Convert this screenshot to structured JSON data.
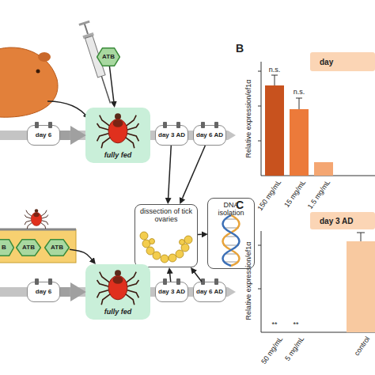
{
  "diagram": {
    "nodes": [
      {
        "text": [
          "ATB"
        ]
      },
      {
        "text": [
          "day 6"
        ]
      },
      {
        "text": [
          "fully fed"
        ]
      },
      {
        "text": [
          "day 3 AD"
        ]
      },
      {
        "text": [
          "day 6 AD"
        ]
      },
      {
        "text": [
          "day"
        ]
      },
      {
        "text": [
          "dissection of tick ovaries"
        ]
      },
      {
        "text": [
          "DNA isolation"
        ]
      },
      {
        "text": [
          "day 3 AD"
        ]
      },
      {
        "text": [
          "B"
        ]
      },
      {
        "text": [
          "ATB"
        ]
      },
      {
        "text": [
          "ATB"
        ]
      },
      {
        "text": [
          "day 6"
        ]
      },
      {
        "text": [
          "fully fed"
        ]
      },
      {
        "text": [
          "day 3 AD"
        ]
      },
      {
        "text": [
          "day 6 AD"
        ]
      }
    ],
    "edges": [
      {
        "from": 0,
        "to": 2,
        "arrow": "to"
      },
      {
        "from": 1,
        "to": 2,
        "arrow": "to"
      },
      {
        "from": 3,
        "to": 6,
        "arrow": "to"
      },
      {
        "from": 4,
        "to": 6,
        "arrow": "to"
      },
      {
        "from": 14,
        "to": 6,
        "arrow": "to"
      },
      {
        "from": 15,
        "to": 6,
        "arrow": "to"
      },
      {
        "from": 6,
        "to": 7,
        "arrow": "to"
      },
      {
        "from": 11,
        "to": 13,
        "arrow": "to"
      },
      {
        "from": 12,
        "to": 13,
        "arrow": "to"
      }
    ],
    "labels": [
      "B",
      "n.s.",
      "n.s.",
      "Relative expression/ef1α",
      "150 mg/mL",
      "15 mg/mL",
      "1.5 mg/mL",
      "C",
      "Relative expression/ef1α",
      "**",
      "**",
      "50 mg/mL",
      "5 mg/mL",
      "control"
    ]
  }
}
